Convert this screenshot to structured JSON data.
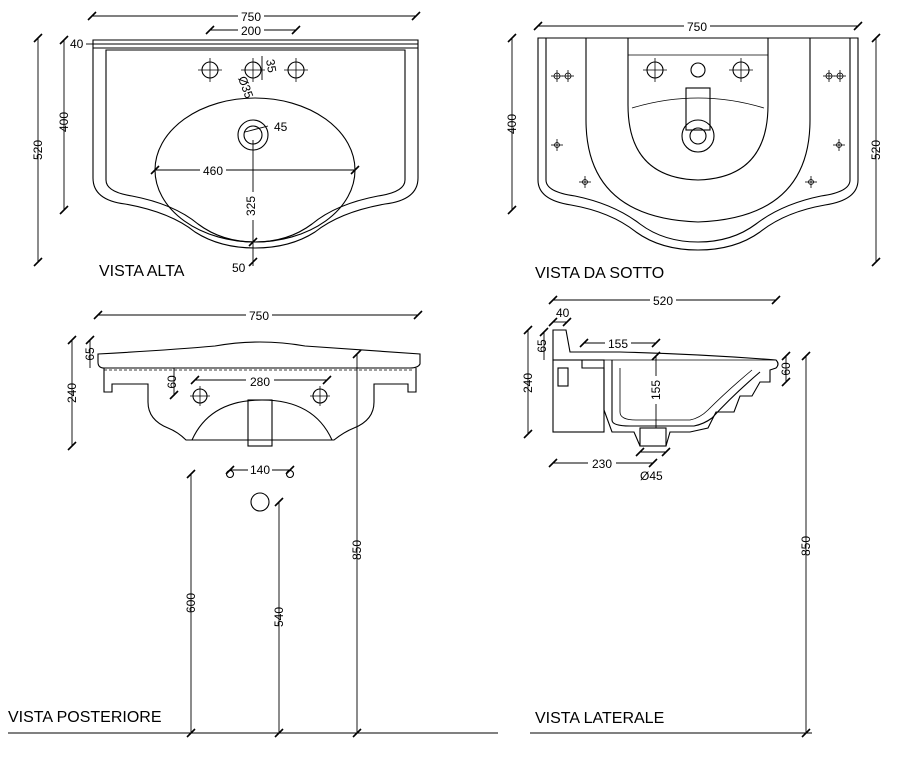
{
  "views": {
    "top": "VISTA ALTA",
    "bottom": "VISTA DA SOTTO",
    "rear": "VISTA POSTERIORE",
    "side": "VISTA LATERALE"
  },
  "dims": {
    "top_width": "750",
    "top_holes": "200",
    "top_rim": "40",
    "top_height_400": "400",
    "top_height_520": "520",
    "top_hole_dia": "Ø35",
    "top_hole_35": "35",
    "top_drain": "45",
    "top_bowl_w": "460",
    "top_bowl_d": "325",
    "top_front": "50",
    "bot_width": "750",
    "bot_height_400": "400",
    "bot_height_520": "520",
    "rear_width": "750",
    "rear_65": "65",
    "rear_240": "240",
    "rear_60": "60",
    "rear_280": "280",
    "rear_140": "140",
    "rear_600": "600",
    "rear_540": "540",
    "rear_850": "850",
    "side_520": "520",
    "side_40": "40",
    "side_65": "65",
    "side_155a": "155",
    "side_155b": "155",
    "side_240": "240",
    "side_60": "60",
    "side_230": "230",
    "side_drain": "Ø45",
    "side_850": "850"
  }
}
